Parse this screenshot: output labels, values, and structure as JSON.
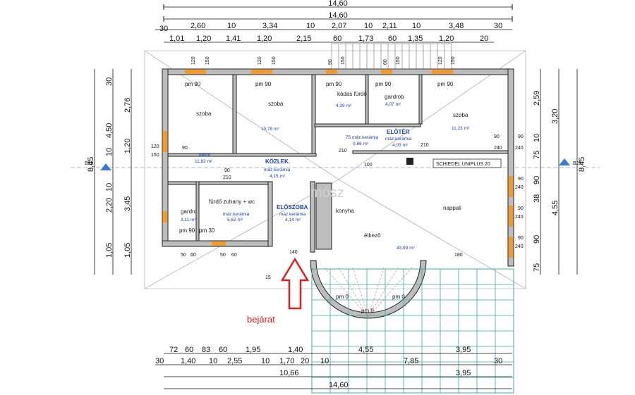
{
  "top_dims": {
    "row1": [
      "14,60"
    ],
    "row2": [
      "14,60"
    ],
    "row3": [
      "30",
      "2,60",
      "10",
      "3,34",
      "10",
      "2,07",
      "10",
      "2,11",
      "10",
      "3,48",
      "30"
    ],
    "row4": [
      "1,01",
      "1,20",
      "1,41",
      "1,20",
      "2,15",
      "60",
      "1,73",
      "60",
      "1,35",
      "1,20",
      "20"
    ],
    "window_heights": [
      "120",
      "150",
      "120",
      "150",
      "90",
      "150",
      "60",
      "150",
      "120",
      "150"
    ]
  },
  "bottom_dims": {
    "row1": [
      "72",
      "60",
      "83",
      "60",
      "1,95",
      "1,40",
      "4,55",
      "3,95"
    ],
    "row2": [
      "30",
      "1,40",
      "10",
      "2,55",
      "10",
      "1,70",
      "20",
      "10",
      "7,85",
      "30"
    ],
    "row3": [
      "10,66",
      "3,95"
    ],
    "row4": [
      "14,60"
    ]
  },
  "left_dims": {
    "outer": "8,45",
    "col2": [
      "30",
      "4,50",
      "10",
      "2,20",
      "10",
      "1,05"
    ],
    "col3": [
      "2,76",
      "1,20",
      "3,45",
      "1,05"
    ],
    "side": [
      "120",
      "150"
    ]
  },
  "right_dims": {
    "outer": "8,45",
    "col2": [
      "3,20",
      "4,55"
    ],
    "col3": [
      "2,59",
      "10",
      "75",
      "90",
      "38",
      "90",
      "75"
    ],
    "small": [
      "90",
      "240",
      "90",
      "240",
      "90",
      "240",
      "90",
      "240",
      "90",
      "240"
    ]
  },
  "rooms": [
    {
      "name": "szoba",
      "area": "",
      "pm": "pm 90"
    },
    {
      "name": "szoba",
      "area": "10,78 m²",
      "pm": "pm 90"
    },
    {
      "name": "kádas fürdő",
      "area": "4,39 m²",
      "pm": "pm 90"
    },
    {
      "name": "gardrob",
      "area": "4,07 m²",
      "pm": "pm 90"
    },
    {
      "name": "szoba",
      "area": "11,23 m²",
      "pm": "pm 90"
    },
    {
      "name": "beton",
      "area": "11,82 m²",
      "pm": ""
    },
    {
      "name": "ELŐTÉR",
      "area": "4,05 m²",
      "mat": "máz.kerámia"
    },
    {
      "name": "KÖZLEK.",
      "area": "4,15 m²",
      "mat": "máz.kerámia"
    },
    {
      "name": "fürdő zuhany + wc",
      "area": "5,62 m²",
      "mat": "máz.kerámia"
    },
    {
      "name": "ELŐSZOBA",
      "area": "4,14 m²",
      "mat": "máz.kerámia"
    },
    {
      "name": "gardro",
      "area": "3,11 m²",
      "pm": "pm 90"
    },
    {
      "name": "konyha",
      "area": ""
    },
    {
      "name": "étkező",
      "area": ""
    },
    {
      "name": "nappali",
      "area": "43,99 m²"
    }
  ],
  "labels": {
    "chimney": "SCHIEDEL UNIPLUS 20",
    "entrance": "bejárat",
    "watermark": "mósz",
    "section_left": "B25",
    "section_right": "B25",
    "mat_75": "75 máz.kerámia",
    "area_086": "0,86 m²",
    "pm0_left": "pm 0",
    "pm0_mid": "pm 0",
    "pm0_right": "pm 0",
    "pm30": "pm 30",
    "d210": "210",
    "d90": "90",
    "d240": "240",
    "d75": "75",
    "d100": "100",
    "d150": "150",
    "d140": "140",
    "d60": "60",
    "d50": "50",
    "d15": "15",
    "d180": "180",
    "d120": "120"
  },
  "colors": {
    "window": "#f39a2a",
    "wall": "#bdbdbd",
    "entrance_arrow": "#e02020",
    "terrace": "#3aa8a0",
    "room_text": "#1a3cc4"
  }
}
